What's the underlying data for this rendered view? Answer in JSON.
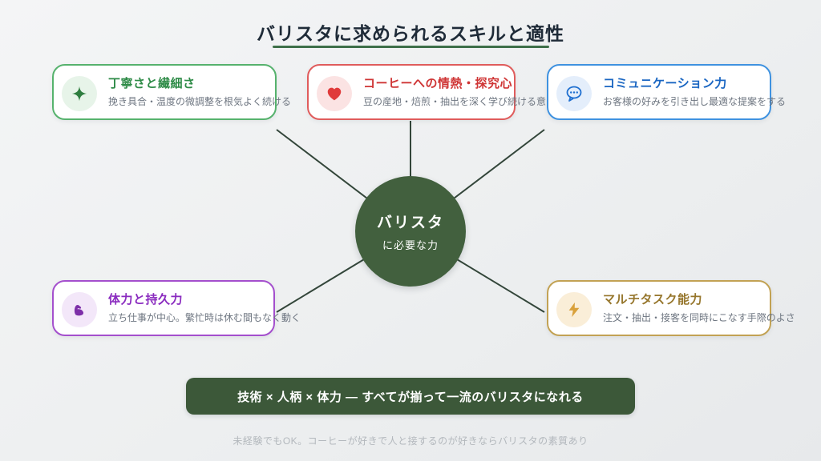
{
  "title": "バリスタに求められるスキルと適性",
  "center": {
    "line1": "バリスタ",
    "line2": "に必要な力"
  },
  "cards": [
    {
      "title": "丁寧さと繊細さ",
      "desc": "挽き具合・温度の微調整を根気よく続ける",
      "icon": "sparkle-icon",
      "accent": "#2e8b47",
      "border": "#56b26d",
      "icon_bg": "#e7f4e9",
      "icon_color": "#2e7d3f"
    },
    {
      "title": "コーヒーへの情熱・探究心",
      "desc": "豆の産地・焙煎・抽出を深く学び続ける意",
      "icon": "heart-icon",
      "accent": "#cf3535",
      "border": "#e05c5c",
      "icon_bg": "#fbe3e3",
      "icon_color": "#e03a3a"
    },
    {
      "title": "コミュニケーション力",
      "desc": "お客様の好みを引き出し最適な提案をする",
      "icon": "speech-bubble-icon",
      "accent": "#1a66c2",
      "border": "#3f92e0",
      "icon_bg": "#e4eefb",
      "icon_color": "#1e6fd0"
    },
    {
      "title": "体力と持久力",
      "desc": "立ち仕事が中心。繁忙時は休む間もなく動く",
      "icon": "muscle-icon",
      "accent": "#8a2bbf",
      "border": "#a44fcd",
      "icon_bg": "#f3e7f9",
      "icon_color": "#7d2fa8"
    },
    {
      "title": "マルチタスク能力",
      "desc": "注文・抽出・接客を同時にこなす手際のよさ",
      "icon": "lightning-icon",
      "accent": "#96762c",
      "border": "#c2a254",
      "icon_bg": "#faeed8",
      "icon_color": "#d9a13b"
    }
  ],
  "banner": "技術 × 人柄 × 体力 — すべてが揃って一流のバリスタになれる",
  "footer": "未経験でもOK。コーヒーが好きで人と接するのが好きならバリスタの素質あり",
  "colors": {
    "background": "#eef0f1",
    "title_text": "#1f2b38",
    "title_underline": "#3e6f49",
    "connector_line": "#33463a",
    "center_circle": "#42603e",
    "banner_bg": "#3c5839",
    "desc_text": "#6e7681",
    "footer_text": "#b3b8bd"
  }
}
